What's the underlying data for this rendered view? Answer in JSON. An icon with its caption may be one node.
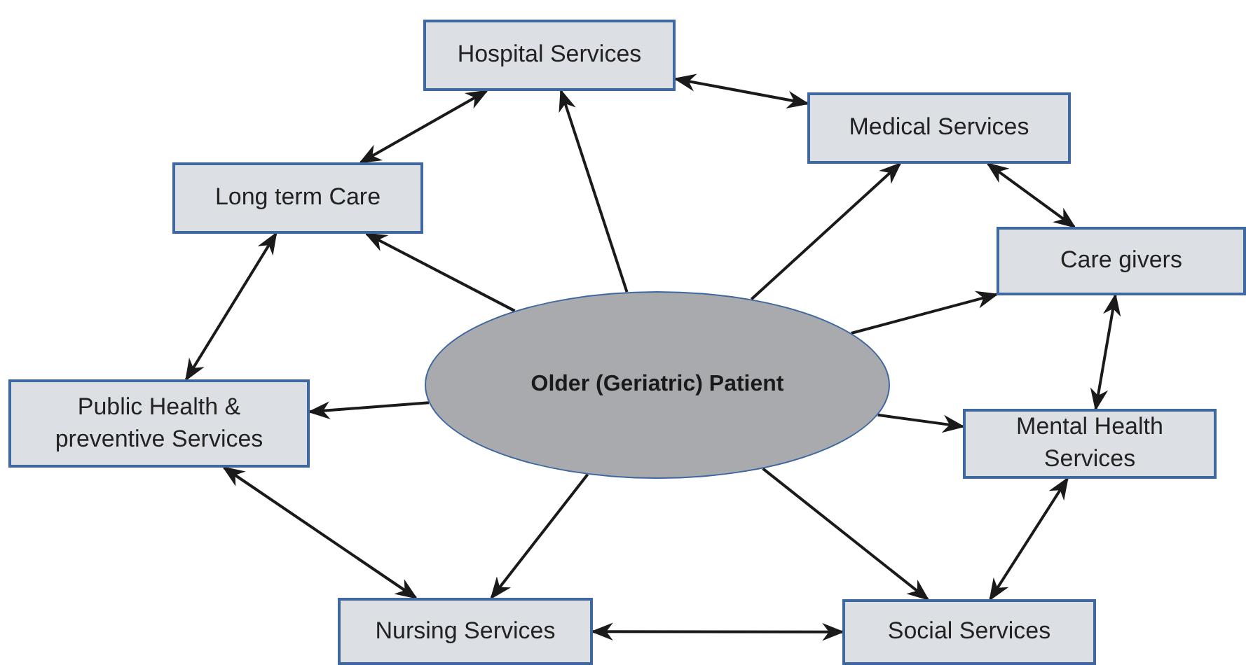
{
  "diagram": {
    "nodes": [
      {
        "text": [
          "Hospital Services"
        ]
      },
      {
        "text": [
          "Medical Services"
        ]
      },
      {
        "text": [
          "Long term Care"
        ]
      },
      {
        "text": [
          "Care givers"
        ]
      },
      {
        "text": [
          "Older (Geriatric) Patient"
        ]
      },
      {
        "text": [
          "Public Health & preventive Services"
        ]
      },
      {
        "text": [
          "Mental Health Services"
        ]
      },
      {
        "text": [
          "Nursing Services"
        ]
      },
      {
        "text": [
          "Social Services"
        ]
      }
    ],
    "edges": [
      {
        "from": 4,
        "to": 0,
        "arrow": "to"
      },
      {
        "from": 4,
        "to": 1,
        "arrow": "to"
      },
      {
        "from": 4,
        "to": 2,
        "arrow": "to"
      },
      {
        "from": 4,
        "to": 3,
        "arrow": "to"
      },
      {
        "from": 4,
        "to": 5,
        "arrow": "to"
      },
      {
        "from": 4,
        "to": 6,
        "arrow": "to"
      },
      {
        "from": 4,
        "to": 7,
        "arrow": "to"
      },
      {
        "from": 4,
        "to": 8,
        "arrow": "to"
      },
      {
        "from": 0,
        "to": 1,
        "arrow": "both"
      },
      {
        "from": 1,
        "to": 3,
        "arrow": "both"
      },
      {
        "from": 3,
        "to": 6,
        "arrow": "both"
      },
      {
        "from": 6,
        "to": 8,
        "arrow": "both"
      },
      {
        "from": 8,
        "to": 7,
        "arrow": "both"
      },
      {
        "from": 7,
        "to": 5,
        "arrow": "both"
      },
      {
        "from": 5,
        "to": 2,
        "arrow": "both"
      },
      {
        "from": 2,
        "to": 0,
        "arrow": "both"
      }
    ]
  }
}
